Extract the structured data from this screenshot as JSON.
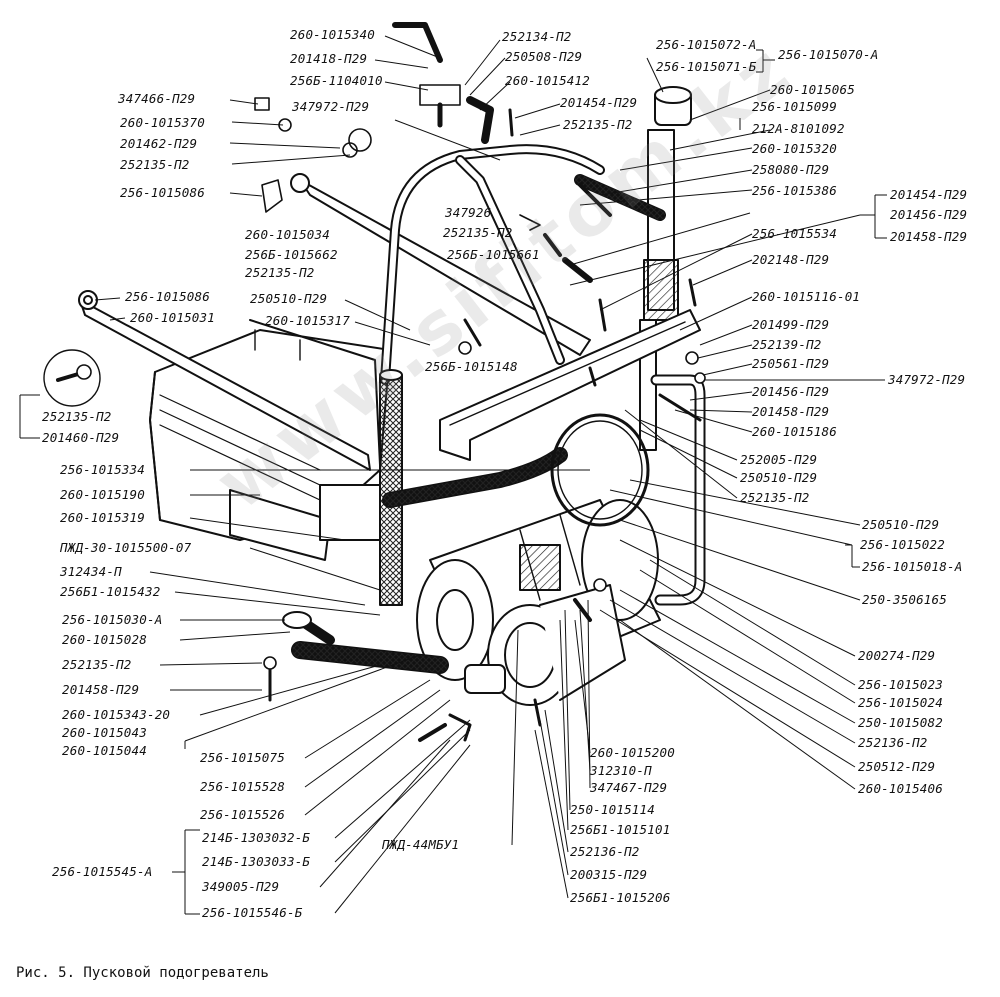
{
  "caption": "Рис. 5. Пусковой подогреватель",
  "watermark": "www.sifitom.kz",
  "labels": [
    "260-1015340",
    "201418-П29",
    "256Б-1104010",
    "347972-П29",
    "252134-П2",
    "250508-П29",
    "260-1015412",
    "347466-П29",
    "260-1015370",
    "201462-П29",
    "252135-П2",
    "201454-П29",
    "252135-П2",
    "256-1015072-А",
    "256-1015071-Б",
    "256-1015070-А",
    "260-1015065",
    "256-1015099",
    "212А-8101092",
    "260-1015320",
    "258080-П29",
    "256-1015386",
    "256-1015086",
    "347926",
    "252135-П2",
    "256Б-1015661",
    "260-1015034",
    "256Б-1015662",
    "252135-П2",
    "201454-П29",
    "201456-П29",
    "201458-П29",
    "256-1015534",
    "202148-П29",
    "256-1015086",
    "260-1015031",
    "250510-П29",
    "260-1015317",
    "260-1015116-01",
    "201499-П29",
    "252139-П2",
    "250561-П29",
    "347972-П29",
    "256Б-1015148",
    "201456-П29",
    "201458-П29",
    "260-1015186",
    "252135-П2",
    "201460-П29",
    "252005-П29",
    "250510-П29",
    "252135-П2",
    "256-1015334",
    "260-1015190",
    "260-1015319",
    "250510-П29",
    "256-1015022",
    "256-1015018-А",
    "ПЖД-30-1015500-07",
    "312434-П",
    "250-3506165",
    "256Б1-1015432",
    "256-1015030-А",
    "260-1015028",
    "252135-П2",
    "201458-П29",
    "200274-П29",
    "256-1015023",
    "256-1015024",
    "260-1015343-20",
    "250-1015082",
    "260-1015043",
    "252136-П2",
    "260-1015044",
    "250512-П29",
    "260-1015406",
    "256-1015075",
    "260-1015200",
    "312310-П",
    "347467-П29",
    "256-1015528",
    "250-1015114",
    "256-1015526",
    "214Б-1303032-Б",
    "256Б1-1015101",
    "214Б-1303033-Б",
    "ПЖД-44МБУ1",
    "252136-П2",
    "256-1015545-А",
    "349005-П29",
    "200315-П29",
    "256-1015546-Б",
    "256Б1-1015206"
  ]
}
